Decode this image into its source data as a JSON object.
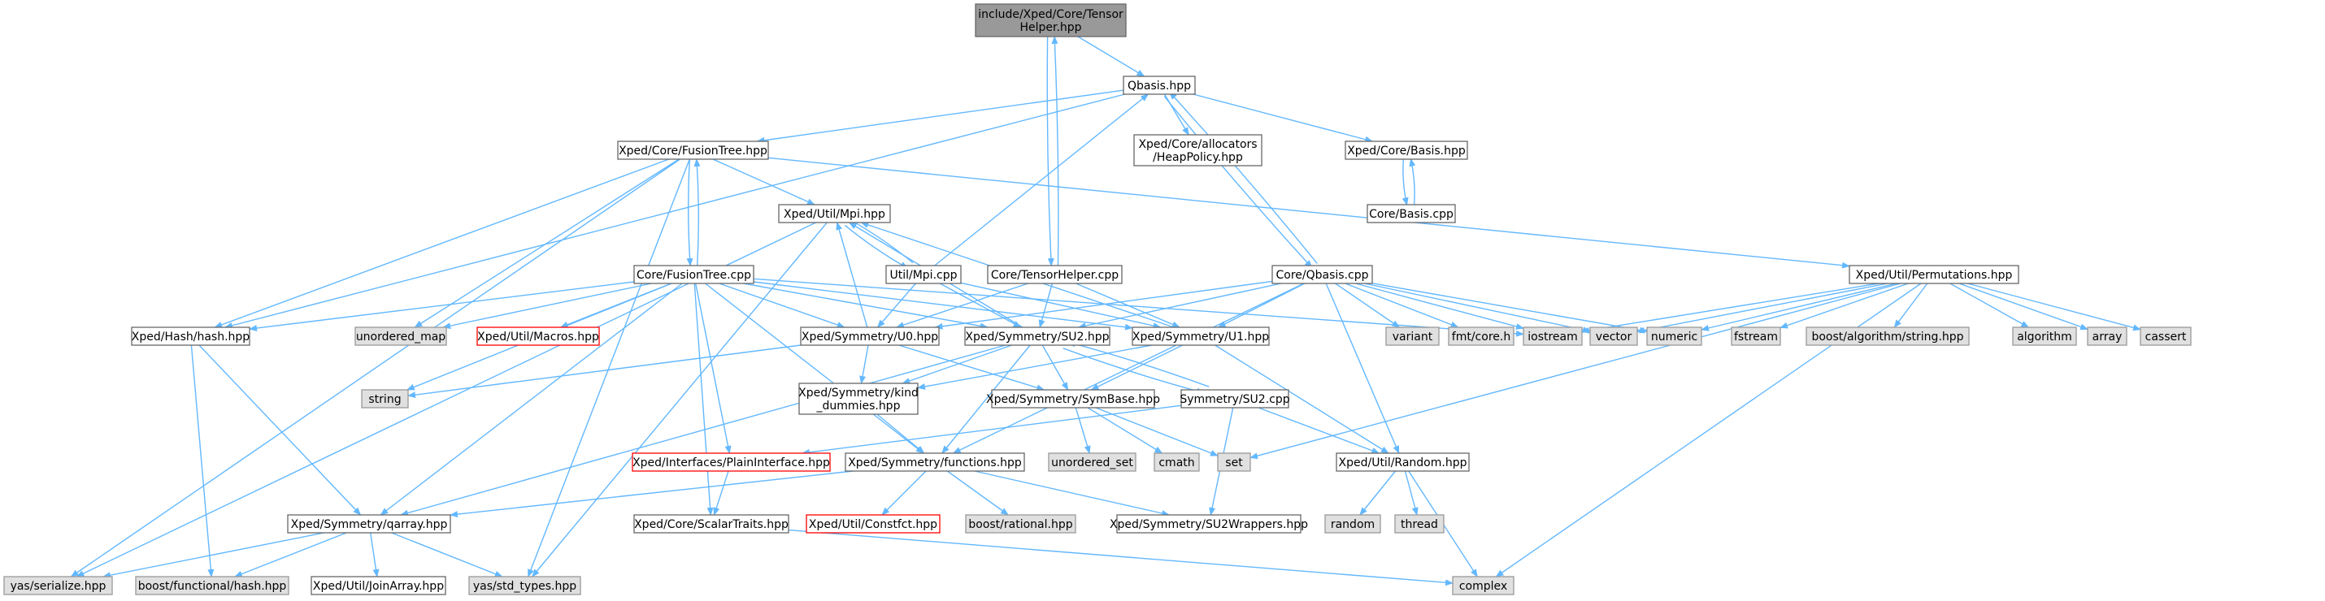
{
  "colors": {
    "edge": "#63b8ff",
    "border_normal": "#666666",
    "fill_normal": "#ffffff",
    "fill_system": "#e0e0e0",
    "border_system": "#999999",
    "fill_root": "#999999",
    "border_root": "#666666",
    "border_missing": "#ff0000",
    "text": "#000000"
  },
  "nodes": [
    {
      "id": "root",
      "label": [
        "include/Xped/Core/Tensor",
        "Helper.hpp"
      ],
      "kind": "root"
    },
    {
      "id": "qbasis",
      "label": [
        "Qbasis.hpp"
      ],
      "kind": "normal"
    },
    {
      "id": "fusiontree_hpp",
      "label": [
        "Xped/Core/FusionTree.hpp"
      ],
      "kind": "normal"
    },
    {
      "id": "heappolicy",
      "label": [
        "Xped/Core/allocators",
        "/HeapPolicy.hpp"
      ],
      "kind": "normal"
    },
    {
      "id": "basis_hpp",
      "label": [
        "Xped/Core/Basis.hpp"
      ],
      "kind": "normal"
    },
    {
      "id": "basis_cpp",
      "label": [
        "Core/Basis.cpp"
      ],
      "kind": "normal"
    },
    {
      "id": "mpi_hpp",
      "label": [
        "Xped/Util/Mpi.hpp"
      ],
      "kind": "normal"
    },
    {
      "id": "mpi_cpp",
      "label": [
        "Util/Mpi.cpp"
      ],
      "kind": "normal"
    },
    {
      "id": "tensorhelper_cpp",
      "label": [
        "Core/TensorHelper.cpp"
      ],
      "kind": "normal"
    },
    {
      "id": "qbasis_cpp",
      "label": [
        "Core/Qbasis.cpp"
      ],
      "kind": "normal"
    },
    {
      "id": "permutations",
      "label": [
        "Xped/Util/Permutations.hpp"
      ],
      "kind": "normal"
    },
    {
      "id": "fusiontree_cpp",
      "label": [
        "Core/FusionTree.cpp"
      ],
      "kind": "normal"
    },
    {
      "id": "hash_hpp",
      "label": [
        "Xped/Hash/hash.hpp"
      ],
      "kind": "normal"
    },
    {
      "id": "unordered_map",
      "label": [
        "unordered_map"
      ],
      "kind": "system"
    },
    {
      "id": "macros",
      "label": [
        "Xped/Util/Macros.hpp"
      ],
      "kind": "missing"
    },
    {
      "id": "u0",
      "label": [
        "Xped/Symmetry/U0.hpp"
      ],
      "kind": "normal"
    },
    {
      "id": "su2_hpp",
      "label": [
        "Xped/Symmetry/SU2.hpp"
      ],
      "kind": "normal"
    },
    {
      "id": "u1",
      "label": [
        "Xped/Symmetry/U1.hpp"
      ],
      "kind": "normal"
    },
    {
      "id": "variant",
      "label": [
        "variant"
      ],
      "kind": "system"
    },
    {
      "id": "fmtcore",
      "label": [
        "fmt/core.h"
      ],
      "kind": "system"
    },
    {
      "id": "iostream",
      "label": [
        "iostream"
      ],
      "kind": "system"
    },
    {
      "id": "vector",
      "label": [
        "vector"
      ],
      "kind": "system"
    },
    {
      "id": "numeric",
      "label": [
        "numeric"
      ],
      "kind": "system"
    },
    {
      "id": "fstream",
      "label": [
        "fstream"
      ],
      "kind": "system"
    },
    {
      "id": "boost_algo",
      "label": [
        "boost/algorithm/string.hpp"
      ],
      "kind": "system"
    },
    {
      "id": "algorithm",
      "label": [
        "algorithm"
      ],
      "kind": "system"
    },
    {
      "id": "array",
      "label": [
        "array"
      ],
      "kind": "system"
    },
    {
      "id": "cassert",
      "label": [
        "cassert"
      ],
      "kind": "system"
    },
    {
      "id": "string",
      "label": [
        "string"
      ],
      "kind": "system"
    },
    {
      "id": "kind_dummies",
      "label": [
        "Xped/Symmetry/kind",
        "_dummies.hpp"
      ],
      "kind": "normal"
    },
    {
      "id": "symbase",
      "label": [
        "Xped/Symmetry/SymBase.hpp"
      ],
      "kind": "normal"
    },
    {
      "id": "su2_cpp",
      "label": [
        "Symmetry/SU2.cpp"
      ],
      "kind": "normal"
    },
    {
      "id": "plaininterface",
      "label": [
        "Xped/Interfaces/PlainInterface.hpp"
      ],
      "kind": "missing"
    },
    {
      "id": "functions",
      "label": [
        "Xped/Symmetry/functions.hpp"
      ],
      "kind": "normal"
    },
    {
      "id": "unordered_set",
      "label": [
        "unordered_set"
      ],
      "kind": "system"
    },
    {
      "id": "cmath",
      "label": [
        "cmath"
      ],
      "kind": "system"
    },
    {
      "id": "set",
      "label": [
        "set"
      ],
      "kind": "system"
    },
    {
      "id": "random_hpp",
      "label": [
        "Xped/Util/Random.hpp"
      ],
      "kind": "normal"
    },
    {
      "id": "qarray",
      "label": [
        "Xped/Symmetry/qarray.hpp"
      ],
      "kind": "normal"
    },
    {
      "id": "scalartraits",
      "label": [
        "Xped/Core/ScalarTraits.hpp"
      ],
      "kind": "normal"
    },
    {
      "id": "constfct",
      "label": [
        "Xped/Util/Constfct.hpp"
      ],
      "kind": "missing"
    },
    {
      "id": "boost_rational",
      "label": [
        "boost/rational.hpp"
      ],
      "kind": "system"
    },
    {
      "id": "su2wrappers",
      "label": [
        "Xped/Symmetry/SU2Wrappers.hpp"
      ],
      "kind": "normal"
    },
    {
      "id": "random",
      "label": [
        "random"
      ],
      "kind": "system"
    },
    {
      "id": "thread",
      "label": [
        "thread"
      ],
      "kind": "system"
    },
    {
      "id": "yas_serialize",
      "label": [
        "yas/serialize.hpp"
      ],
      "kind": "system"
    },
    {
      "id": "boost_hash",
      "label": [
        "boost/functional/hash.hpp"
      ],
      "kind": "system"
    },
    {
      "id": "joinarray",
      "label": [
        "Xped/Util/JoinArray.hpp"
      ],
      "kind": "normal"
    },
    {
      "id": "yas_std_types",
      "label": [
        "yas/std_types.hpp"
      ],
      "kind": "system"
    },
    {
      "id": "complex",
      "label": [
        "complex"
      ],
      "kind": "system"
    }
  ],
  "edges": [
    [
      "root",
      "qbasis"
    ],
    [
      "root",
      "tensorhelper_cpp"
    ],
    [
      "tensorhelper_cpp",
      "root"
    ],
    [
      "tensorhelper_cpp",
      "u0"
    ],
    [
      "tensorhelper_cpp",
      "su2_hpp"
    ],
    [
      "tensorhelper_cpp",
      "u1"
    ],
    [
      "qbasis",
      "fusiontree_hpp"
    ],
    [
      "qbasis",
      "heappolicy"
    ],
    [
      "qbasis",
      "basis_hpp"
    ],
    [
      "qbasis",
      "qbasis_cpp"
    ],
    [
      "qbasis",
      "hash_hpp"
    ],
    [
      "qbasis_cpp",
      "qbasis"
    ],
    [
      "basis_hpp",
      "basis_cpp"
    ],
    [
      "basis_cpp",
      "basis_hpp"
    ],
    [
      "fusiontree_hpp",
      "mpi_hpp"
    ],
    [
      "fusiontree_hpp",
      "permutations"
    ],
    [
      "fusiontree_hpp",
      "fusiontree_cpp"
    ],
    [
      "fusiontree_hpp",
      "hash_hpp"
    ],
    [
      "fusiontree_hpp",
      "unordered_map"
    ],
    [
      "fusiontree_hpp",
      "yas_serialize"
    ],
    [
      "fusiontree_hpp",
      "yas_std_types"
    ],
    [
      "fusiontree_cpp",
      "fusiontree_hpp"
    ],
    [
      "fusiontree_cpp",
      "hash_hpp"
    ],
    [
      "fusiontree_cpp",
      "unordered_map"
    ],
    [
      "fusiontree_cpp",
      "macros"
    ],
    [
      "fusiontree_cpp",
      "u0"
    ],
    [
      "fusiontree_cpp",
      "su2_hpp"
    ],
    [
      "fusiontree_cpp",
      "u1"
    ],
    [
      "fusiontree_cpp",
      "string"
    ],
    [
      "fusiontree_cpp",
      "plaininterface"
    ],
    [
      "fusiontree_cpp",
      "scalartraits"
    ],
    [
      "fusiontree_cpp",
      "functions"
    ],
    [
      "fusiontree_cpp",
      "qarray"
    ],
    [
      "fusiontree_cpp",
      "iostream"
    ],
    [
      "mpi_hpp",
      "mpi_cpp"
    ],
    [
      "mpi_hpp",
      "yas_serialize"
    ],
    [
      "mpi_hpp",
      "yas_std_types"
    ],
    [
      "mpi_cpp",
      "mpi_hpp"
    ],
    [
      "mpi_cpp",
      "qbasis"
    ],
    [
      "mpi_cpp",
      "u0"
    ],
    [
      "mpi_cpp",
      "su2_hpp"
    ],
    [
      "mpi_cpp",
      "u1"
    ],
    [
      "u0",
      "mpi_hpp"
    ],
    [
      "u0",
      "kind_dummies"
    ],
    [
      "u0",
      "symbase"
    ],
    [
      "u0",
      "string"
    ],
    [
      "su2_hpp",
      "mpi_hpp"
    ],
    [
      "su2_hpp",
      "kind_dummies"
    ],
    [
      "su2_hpp",
      "symbase"
    ],
    [
      "su2_hpp",
      "su2_cpp"
    ],
    [
      "su2_hpp",
      "functions"
    ],
    [
      "su2_hpp",
      "qarray"
    ],
    [
      "su2_cpp",
      "su2_hpp"
    ],
    [
      "su2_cpp",
      "plaininterface"
    ],
    [
      "su2_cpp",
      "random_hpp"
    ],
    [
      "su2_cpp",
      "su2wrappers"
    ],
    [
      "u1",
      "mpi_hpp"
    ],
    [
      "u1",
      "kind_dummies"
    ],
    [
      "u1",
      "symbase"
    ],
    [
      "u1",
      "random_hpp"
    ],
    [
      "qbasis_cpp",
      "u0"
    ],
    [
      "qbasis_cpp",
      "su2_hpp"
    ],
    [
      "qbasis_cpp",
      "u1"
    ],
    [
      "qbasis_cpp",
      "variant"
    ],
    [
      "qbasis_cpp",
      "fmtcore"
    ],
    [
      "qbasis_cpp",
      "iostream"
    ],
    [
      "qbasis_cpp",
      "vector"
    ],
    [
      "qbasis_cpp",
      "numeric"
    ],
    [
      "qbasis_cpp",
      "random_hpp"
    ],
    [
      "qbasis_cpp",
      "functions"
    ],
    [
      "permutations",
      "iostream"
    ],
    [
      "permutations",
      "vector"
    ],
    [
      "permutations",
      "numeric"
    ],
    [
      "permutations",
      "fstream"
    ],
    [
      "permutations",
      "boost_algo"
    ],
    [
      "permutations",
      "algorithm"
    ],
    [
      "permutations",
      "array"
    ],
    [
      "permutations",
      "cassert"
    ],
    [
      "permutations",
      "set"
    ],
    [
      "permutations",
      "complex"
    ],
    [
      "kind_dummies",
      "functions"
    ],
    [
      "symbase",
      "unordered_set"
    ],
    [
      "symbase",
      "cmath"
    ],
    [
      "symbase",
      "set"
    ],
    [
      "functions",
      "qarray"
    ],
    [
      "functions",
      "constfct"
    ],
    [
      "functions",
      "boost_rational"
    ],
    [
      "functions",
      "su2wrappers"
    ],
    [
      "plaininterface",
      "scalartraits"
    ],
    [
      "random_hpp",
      "random"
    ],
    [
      "random_hpp",
      "thread"
    ],
    [
      "random_hpp",
      "complex"
    ],
    [
      "hash_hpp",
      "qarray"
    ],
    [
      "hash_hpp",
      "boost_hash"
    ],
    [
      "qarray",
      "yas_serialize"
    ],
    [
      "qarray",
      "boost_hash"
    ],
    [
      "qarray",
      "joinarray"
    ],
    [
      "qarray",
      "yas_std_types"
    ],
    [
      "scalartraits",
      "complex"
    ]
  ]
}
